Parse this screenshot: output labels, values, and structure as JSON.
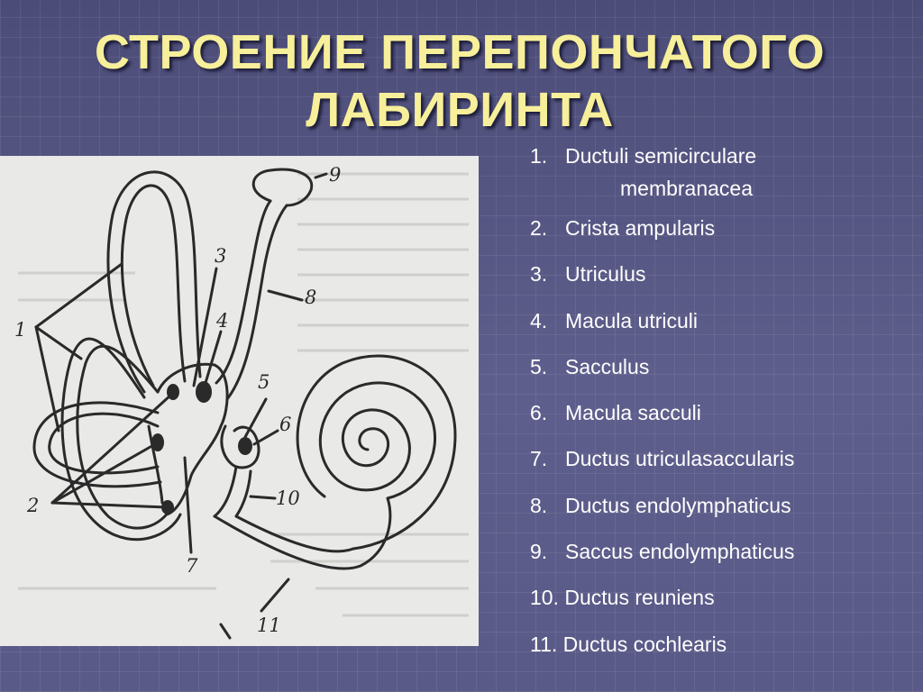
{
  "slide": {
    "title_line1": "СТРОЕНИЕ ПЕРЕПОНЧАТОГО",
    "title_line2": "ЛАБИРИНТА"
  },
  "figure": {
    "labels": [
      "1",
      "2",
      "3",
      "4",
      "5",
      "6",
      "7",
      "8",
      "9",
      "10",
      "11"
    ],
    "colors": {
      "ink": "#2a2a2a",
      "paper": "#e9e9e7"
    }
  },
  "legend": {
    "items": [
      {
        "num": "1.",
        "text": "Ductuli semicirculare",
        "text2": "membranacea"
      },
      {
        "num": "2.",
        "text": "Crista ampularis"
      },
      {
        "num": "3.",
        "text": "Utriculus"
      },
      {
        "num": "4.",
        "text": "Macula utriculi"
      },
      {
        "num": "5.",
        "text": "Sacculus"
      },
      {
        "num": "6.",
        "text": "Macula sacculi"
      },
      {
        "num": "7.",
        "text": "Ductus utriculasaccularis"
      },
      {
        "num": "8.",
        "text": "Ductus endolymphaticus"
      },
      {
        "num": "9.",
        "text": "Saccus endolymphaticus"
      },
      {
        "full": "10. Ductus reuniens"
      },
      {
        "full": "11. Ductus cochlearis"
      }
    ]
  },
  "theme": {
    "background": "#5a5a86",
    "title_color": "#f7ef9a",
    "text_color": "#ffffff"
  }
}
